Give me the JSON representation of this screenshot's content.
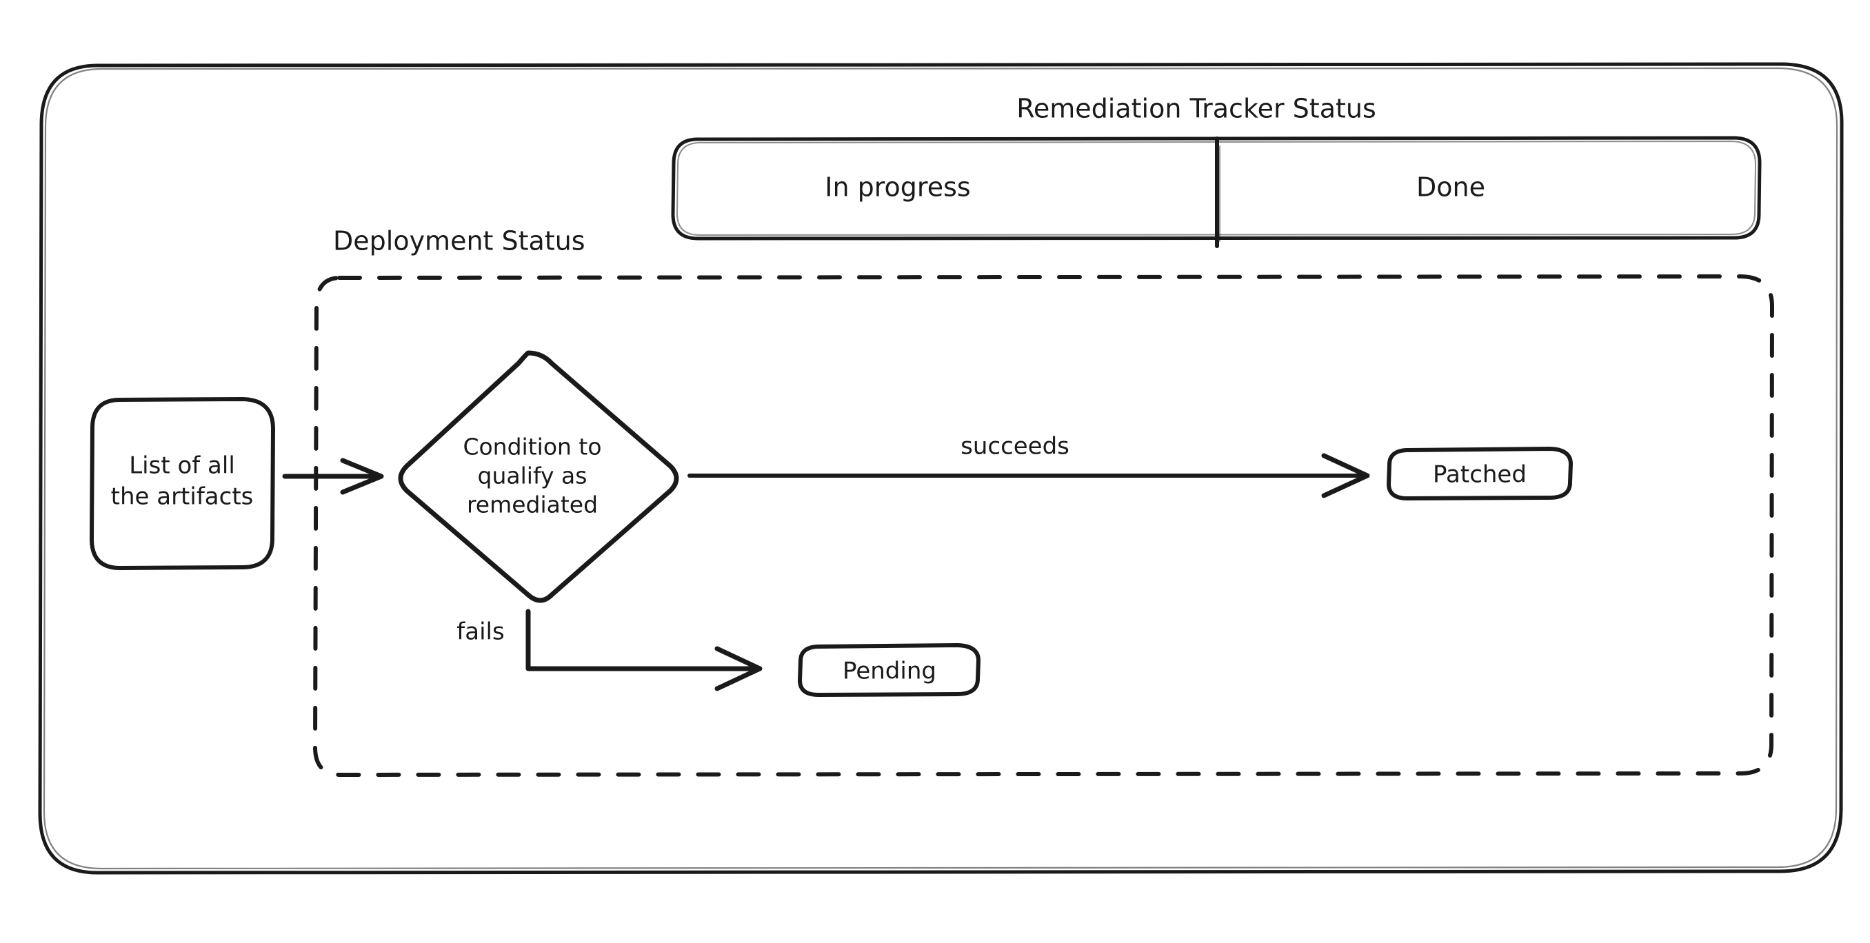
{
  "diagram": {
    "title": "Remediation Tracker Status",
    "background_color": "#ffffff",
    "stroke_color": "#1a1a1a",
    "outer_container_name": "outer-frame"
  },
  "swimlanes": {
    "heading": "Remediation Tracker Status",
    "lanes": [
      {
        "id": "in-progress",
        "label": "In progress"
      },
      {
        "id": "done",
        "label": "Done"
      }
    ]
  },
  "group": {
    "label": "Deployment Status",
    "border_style": "dashed"
  },
  "nodes": [
    {
      "id": "artifacts",
      "label_line1": "List of all",
      "label_line2": "the artifacts",
      "shape": "rounded-rect"
    },
    {
      "id": "condition",
      "label_line1": "Condition to",
      "label_line2": "qualify as",
      "label_line3": "remediated",
      "shape": "diamond"
    },
    {
      "id": "patched",
      "label": "Patched",
      "shape": "rounded-rect"
    },
    {
      "id": "pending",
      "label": "Pending",
      "shape": "rounded-rect"
    }
  ],
  "edges": [
    {
      "id": "artifacts-to-condition",
      "label": "",
      "from": "artifacts",
      "to": "condition"
    },
    {
      "id": "condition-to-patched",
      "label": "succeeds",
      "from": "condition",
      "to": "patched"
    },
    {
      "id": "condition-to-pending",
      "label": "fails",
      "from": "condition",
      "to": "pending"
    }
  ],
  "edge_labels": {
    "succeeds": "succeeds",
    "fails": "fails"
  }
}
